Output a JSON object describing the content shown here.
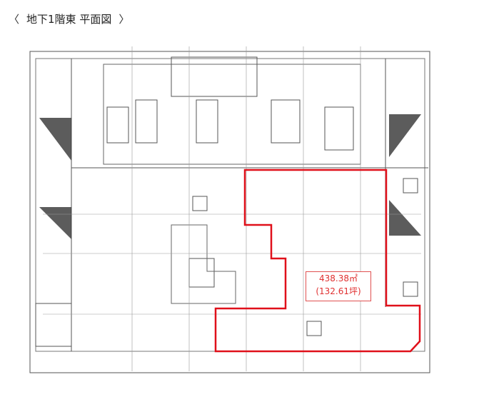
{
  "header": {
    "prev_label": "〈",
    "title": "地下1階東 平面図",
    "next_label": "〉"
  },
  "plan": {
    "area_sqm": "438.38㎡",
    "area_tsubo": "(132.61坪)",
    "highlight_color": "#e0101a"
  }
}
